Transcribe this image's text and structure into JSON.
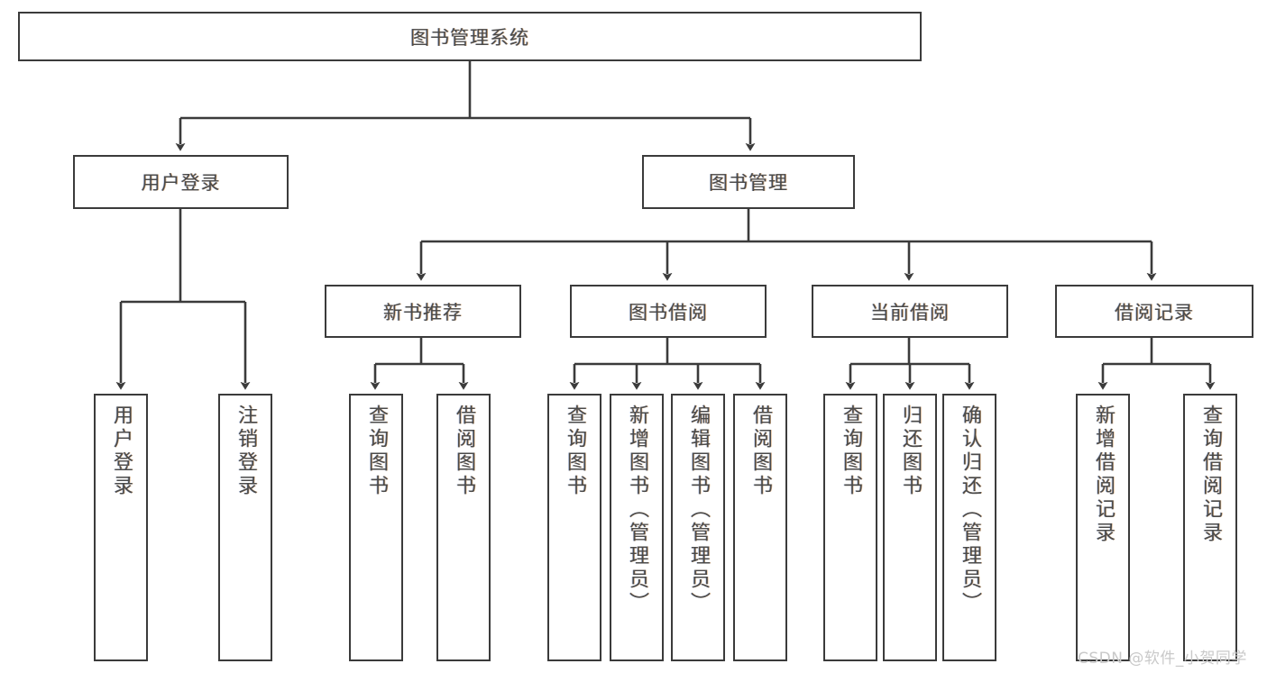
{
  "diagram": {
    "type": "tree-hierarchy-flowchart",
    "title": "图书管理系统",
    "stroke_color": "#3b3b3b",
    "fill_color": "#ffffff",
    "text_color": "#4a4a4a",
    "background": "#ffffff"
  },
  "nodes": {
    "root": {
      "label": "图书管理系统"
    },
    "level2": [
      {
        "label": "用户登录"
      },
      {
        "label": "图书管理"
      }
    ],
    "level3": [
      {
        "label": "新书推荐"
      },
      {
        "label": "图书借阅"
      },
      {
        "label": "当前借阅"
      },
      {
        "label": "借阅记录"
      }
    ],
    "leaves": {
      "user_login": [
        {
          "label": "用户登录"
        },
        {
          "label": "注销登录"
        }
      ],
      "new_book_recommend": [
        {
          "label": "查询图书"
        },
        {
          "label": "借阅图书"
        }
      ],
      "book_borrow": [
        {
          "label": "查询图书"
        },
        {
          "label": "新增图书（管理员）"
        },
        {
          "label": "编辑图书（管理员）"
        },
        {
          "label": "借阅图书"
        }
      ],
      "current_borrow": [
        {
          "label": "查询图书"
        },
        {
          "label": "归还图书"
        },
        {
          "label": "确认归还（管理员）"
        }
      ],
      "borrow_record": [
        {
          "label": "新增借阅记录"
        },
        {
          "label": "查询借阅记录"
        }
      ]
    }
  },
  "watermark": {
    "text": "CSDN @软件_小贺同学"
  }
}
